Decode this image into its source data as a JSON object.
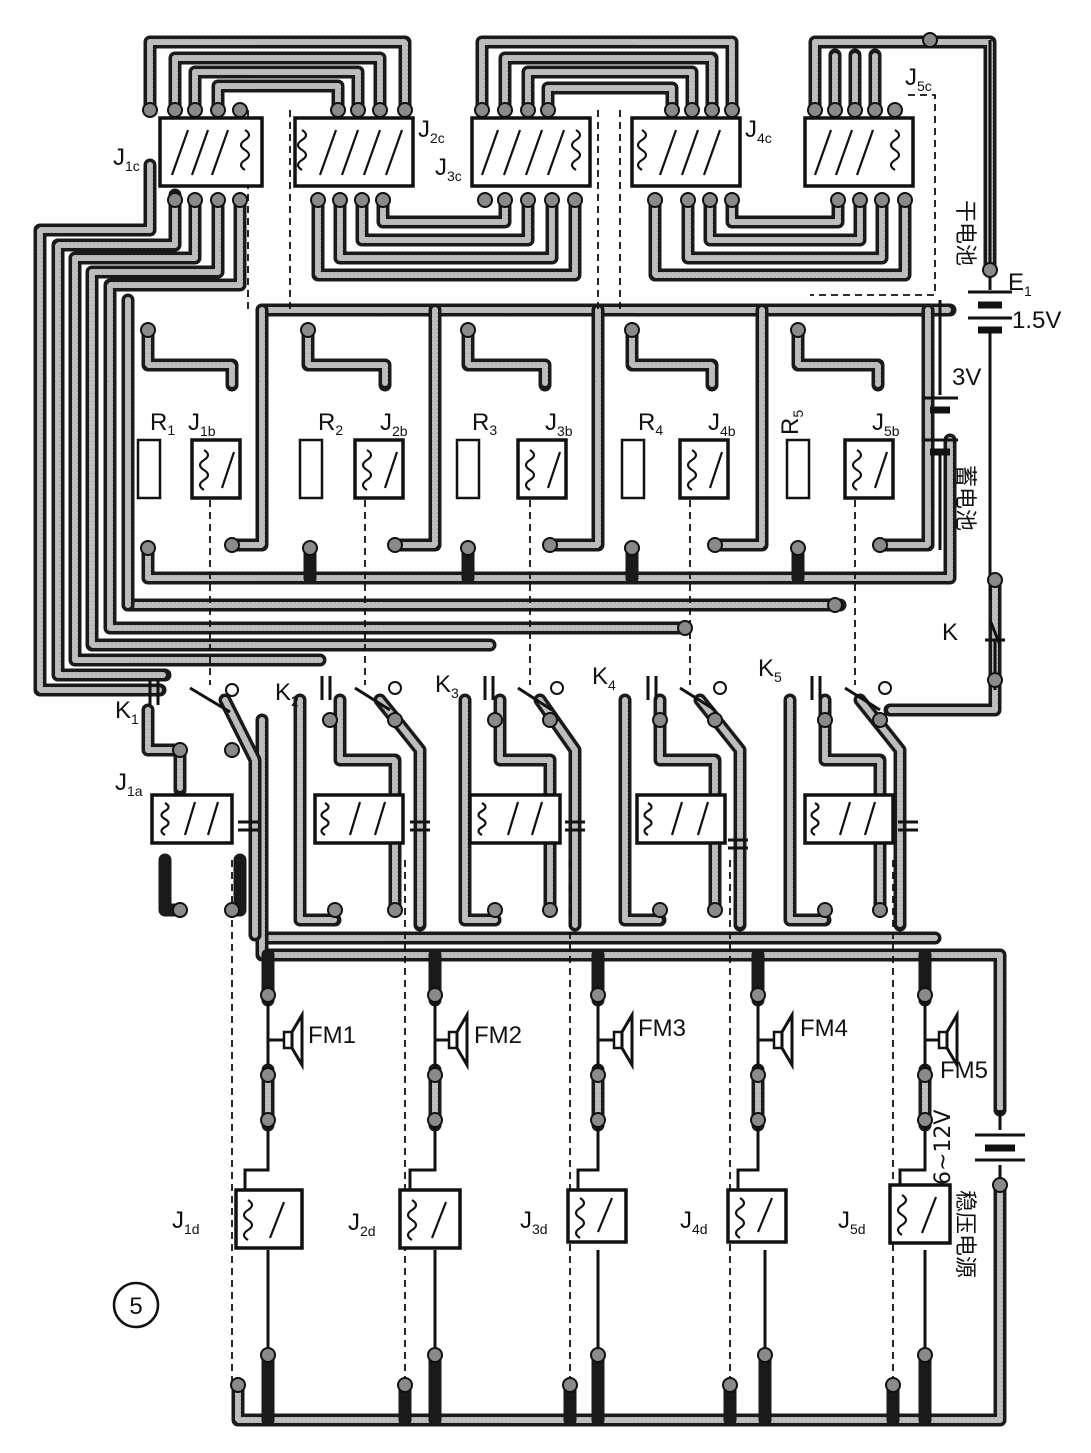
{
  "figure": {
    "number": "5"
  },
  "relay_groups": {
    "c": [
      {
        "name": "J",
        "sub": "1c"
      },
      {
        "name": "J",
        "sub": "2c"
      },
      {
        "name": "J",
        "sub": "3c"
      },
      {
        "name": "J",
        "sub": "4c"
      },
      {
        "name": "J",
        "sub": "5c"
      }
    ],
    "b": [
      {
        "name": "J",
        "sub": "1b"
      },
      {
        "name": "J",
        "sub": "2b"
      },
      {
        "name": "J",
        "sub": "3b"
      },
      {
        "name": "J",
        "sub": "4b"
      },
      {
        "name": "J",
        "sub": "5b"
      }
    ],
    "a": [
      {
        "name": "J",
        "sub": "1a"
      }
    ],
    "d": [
      {
        "name": "J",
        "sub": "1d"
      },
      {
        "name": "J",
        "sub": "2d"
      },
      {
        "name": "J",
        "sub": "3d"
      },
      {
        "name": "J",
        "sub": "4d"
      },
      {
        "name": "J",
        "sub": "5d"
      }
    ]
  },
  "resistors": [
    {
      "name": "R",
      "sub": "1"
    },
    {
      "name": "R",
      "sub": "2"
    },
    {
      "name": "R",
      "sub": "3"
    },
    {
      "name": "R",
      "sub": "4"
    },
    {
      "name": "R",
      "sub": "5"
    }
  ],
  "switches": [
    {
      "name": "K",
      "sub": "1"
    },
    {
      "name": "K",
      "sub": "2"
    },
    {
      "name": "K",
      "sub": "3"
    },
    {
      "name": "K",
      "sub": "4"
    },
    {
      "name": "K",
      "sub": "5"
    }
  ],
  "main_switch": "K",
  "buzzers": [
    "FM1",
    "FM2",
    "FM3",
    "FM4",
    "FM5"
  ],
  "power": {
    "dry_cell_label": "干电池",
    "e1_name": "E",
    "e1_sub": "1",
    "e1_voltage": "1.5V",
    "battery_voltage": "3V",
    "battery_label": "蓄电池",
    "regulated_voltage": "6~12V",
    "regulated_label": "稳压电源"
  }
}
